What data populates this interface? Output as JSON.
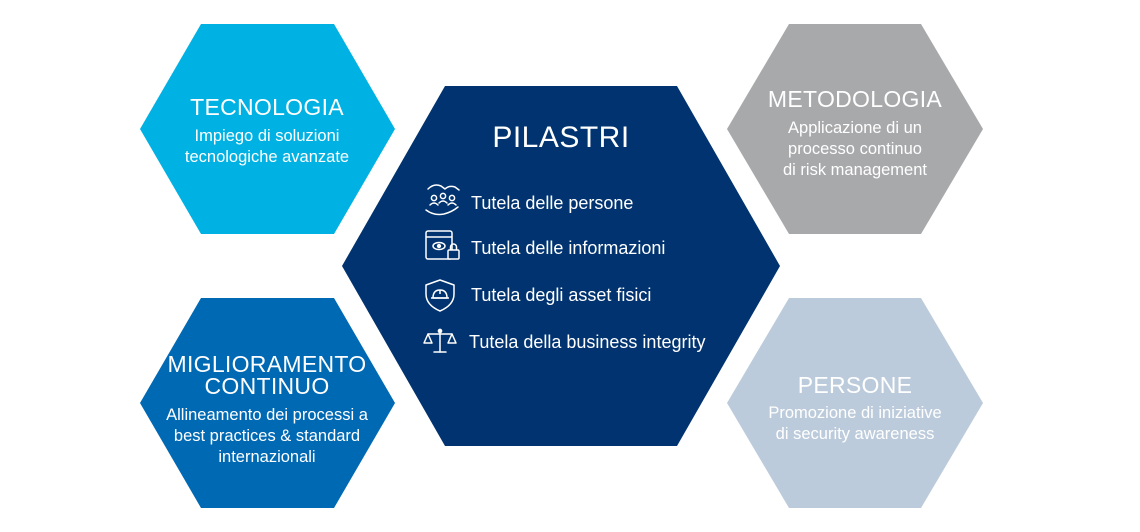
{
  "colors": {
    "tecnologia": "#00b2e3",
    "metodologia": "#a8a9ab",
    "miglioramento": "#0069b4",
    "persone": "#bccbdb",
    "pilastri": "#00336f",
    "text_light": "#ffffff",
    "text_dark_on_light": "#1d3f6a"
  },
  "tecnologia": {
    "title": "TECNOLOGIA",
    "line1": "Impiego di soluzioni",
    "line2": "tecnologiche avanzate"
  },
  "metodologia": {
    "title": "METODOLOGIA",
    "line1": "Applicazione di un",
    "line2": "processo continuo",
    "line3": "di risk management"
  },
  "miglioramento": {
    "title_line1": "MIGLIORAMENTO",
    "title_line2": "CONTINUO",
    "line1": "Allineamento dei processi a",
    "line2": "best practices & standard",
    "line3": "internazionali"
  },
  "persone": {
    "title": "PERSONE",
    "line1": "Promozione di iniziative",
    "line2": "di security awareness"
  },
  "pilastri": {
    "title": "PILASTRI",
    "items": [
      {
        "icon": "people-hands-icon",
        "label": "Tutela delle persone"
      },
      {
        "icon": "document-lock-icon",
        "label": "Tutela delle informazioni"
      },
      {
        "icon": "shield-helmet-icon",
        "label": "Tutela degli asset fisici"
      },
      {
        "icon": "scales-icon",
        "label": "Tutela della business integrity"
      }
    ]
  }
}
